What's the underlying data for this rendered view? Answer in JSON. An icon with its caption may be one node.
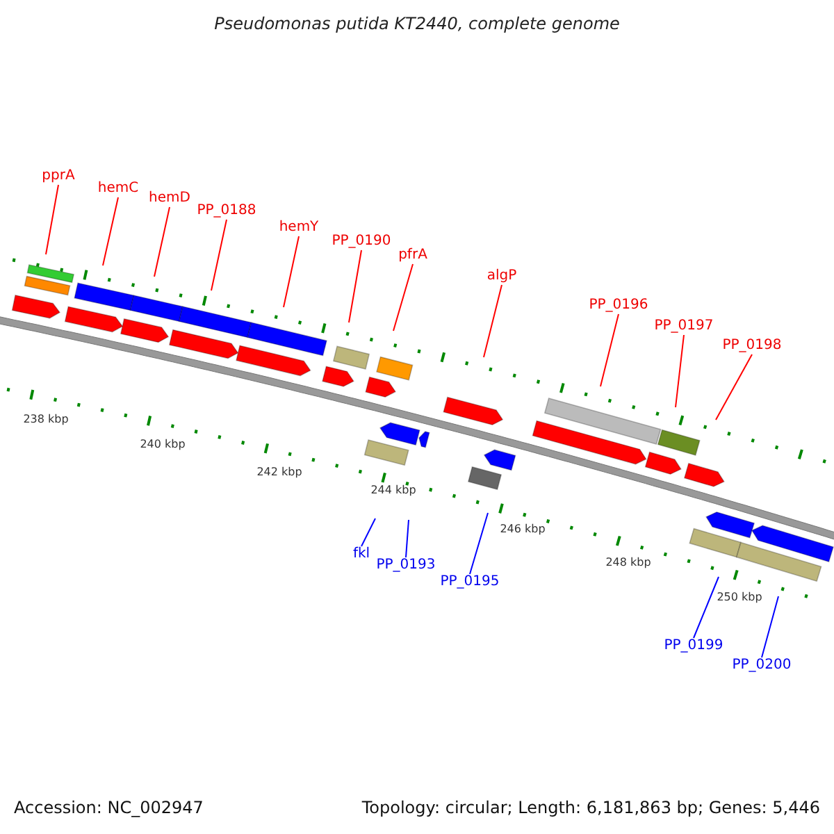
{
  "diagram": {
    "title": "Pseudomonas putida KT2440, complete genome",
    "nodes": [
      {
        "text": [
          "pprA"
        ]
      },
      {
        "text": [
          "hemC"
        ]
      },
      {
        "text": [
          "hemD"
        ]
      },
      {
        "text": [
          "PP_0188"
        ]
      },
      {
        "text": [
          "hemY"
        ]
      },
      {
        "text": [
          "PP_0190"
        ]
      },
      {
        "text": [
          "pfrA"
        ]
      },
      {
        "text": [
          "algP"
        ]
      },
      {
        "text": [
          "PP_0196"
        ]
      },
      {
        "text": [
          "PP_0197"
        ]
      },
      {
        "text": [
          "PP_0198"
        ]
      },
      {
        "text": [
          "fkl"
        ]
      },
      {
        "text": [
          "PP_0193"
        ]
      },
      {
        "text": [
          "PP_0195"
        ]
      },
      {
        "text": [
          "PP_0199"
        ]
      },
      {
        "text": [
          "PP_0200"
        ]
      }
    ],
    "edges": [
      {
        "from": 0,
        "to": null,
        "arrow": "none"
      },
      {
        "from": 1,
        "to": null,
        "arrow": "none"
      },
      {
        "from": 2,
        "to": null,
        "arrow": "none"
      },
      {
        "from": 3,
        "to": null,
        "arrow": "none"
      },
      {
        "from": 4,
        "to": null,
        "arrow": "none"
      },
      {
        "from": 5,
        "to": null,
        "arrow": "none"
      },
      {
        "from": 6,
        "to": null,
        "arrow": "none"
      },
      {
        "from": 7,
        "to": null,
        "arrow": "none"
      },
      {
        "from": 8,
        "to": null,
        "arrow": "none"
      },
      {
        "from": 9,
        "to": null,
        "arrow": "none"
      },
      {
        "from": 10,
        "to": null,
        "arrow": "none"
      },
      {
        "from": 11,
        "to": null,
        "arrow": "none",
        "color": "#0000ff"
      },
      {
        "from": 12,
        "to": null,
        "arrow": "none",
        "color": "#0000ff"
      },
      {
        "from": 13,
        "to": null,
        "arrow": "none",
        "color": "#0000ff"
      },
      {
        "from": 14,
        "to": null,
        "arrow": "none",
        "color": "#0000ff"
      },
      {
        "from": 15,
        "to": null,
        "arrow": "none",
        "color": "#0000ff"
      }
    ],
    "labels": [
      "238 kbp",
      "240 kbp",
      "242 kbp",
      "244 kbp",
      "246 kbp",
      "248 kbp",
      "250 kbp",
      "Accession: NC_002947",
      "Topology: circular; Length: 6,181,863 bp; Genes: 5,446"
    ]
  }
}
